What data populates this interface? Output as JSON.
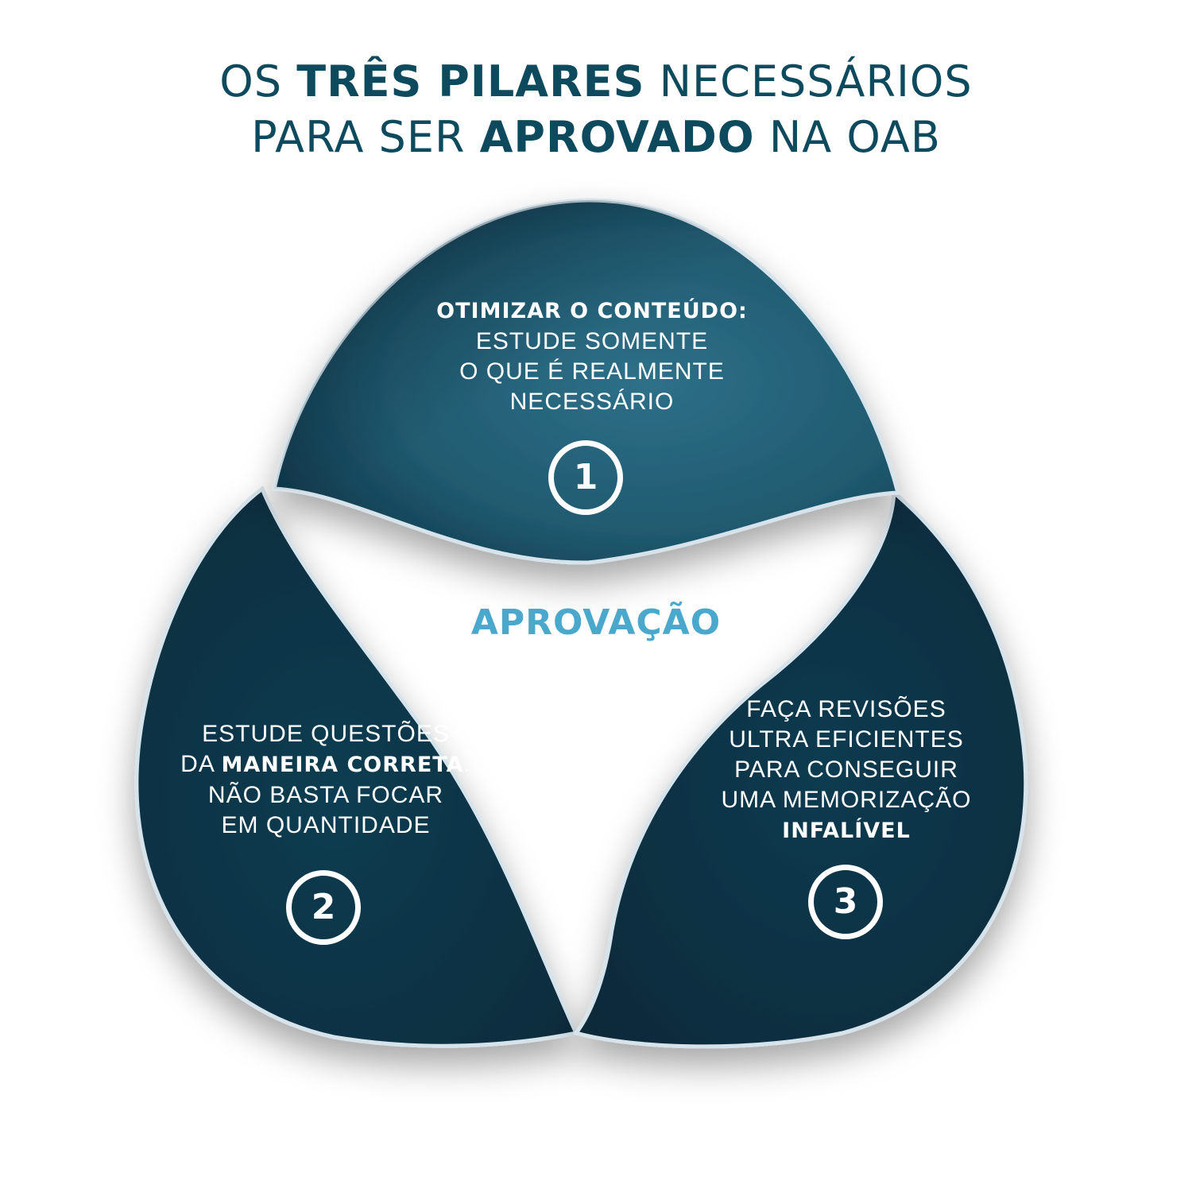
{
  "title": {
    "line1_pre": "OS ",
    "line1_bold": "TRÊS PILARES",
    "line1_post": " NECESSÁRIOS",
    "line2_pre": "PARA SER ",
    "line2_bold": "APROVADO",
    "line2_post": " NA OAB"
  },
  "center": "APROVAÇÃO",
  "pillars": [
    {
      "number": "1",
      "heading": "OTIMIZAR O CONTEÚDO:",
      "lines": [
        "ESTUDE SOMENTE",
        "O QUE É REALMENTE",
        "NECESSÁRIO"
      ]
    },
    {
      "number": "2",
      "line1": "ESTUDE QUESTÕES",
      "line2_pre": "DA ",
      "line2_bold": "MANEIRA CORRETA",
      "line2_post": ".",
      "line3": "NÃO BASTA FOCAR",
      "line4": "EM QUANTIDADE"
    },
    {
      "number": "3",
      "lines": [
        "FAÇA REVISÕES",
        "ULTRA EFICIENTES",
        "PARA CONSEGUIR",
        "UMA MEMORIZAÇÃO"
      ],
      "bold_line": "INFALÍVEL"
    }
  ],
  "colors": {
    "title": "#0e4a5e",
    "petal_light": "#2d6c82",
    "petal_dark": "#0a2b3b",
    "center_text": "#4aa8cc"
  }
}
